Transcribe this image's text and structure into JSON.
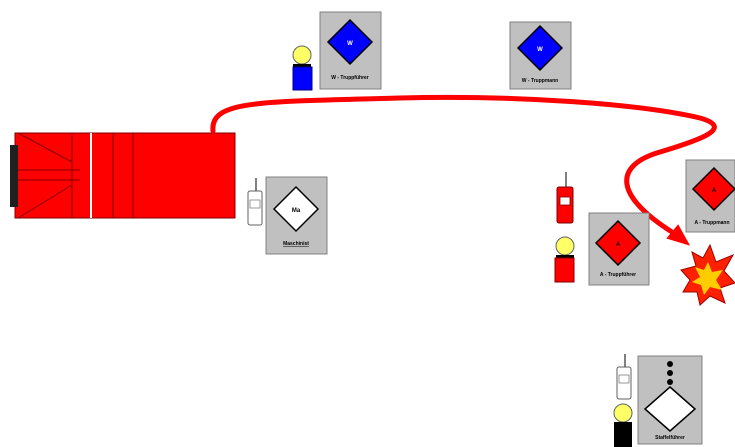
{
  "units": {
    "w_trupp_fuehrer": {
      "code": "W",
      "label": "W - Truppführer",
      "color": "#0000ff"
    },
    "w_trupp_mann": {
      "code": "W",
      "label": "W - Truppmann",
      "color": "#0000ff"
    },
    "maschinist": {
      "code": "Ma",
      "label": "Maschinist",
      "color": "#ffffff"
    },
    "a_trupp_fuehrer": {
      "code": "A",
      "label": "A - Truppführer",
      "color": "#ff0000"
    },
    "a_trupp_mann": {
      "code": "A",
      "label": "A - Truppmann",
      "color": "#ff0000"
    },
    "staffel_fuehrer": {
      "code": "",
      "label": "Staffelführer",
      "color": "#ffffff"
    }
  },
  "colors": {
    "vehicle": "#ff0000",
    "hose": "#ff0000",
    "card_bg": "#c0c0c0",
    "fire_outer": "#ff2000",
    "fire_inner": "#ffcc00"
  },
  "icons": [
    "fire-truck-icon",
    "hose-line-icon",
    "fire-explosion-icon",
    "radio-icon",
    "person-icon"
  ]
}
